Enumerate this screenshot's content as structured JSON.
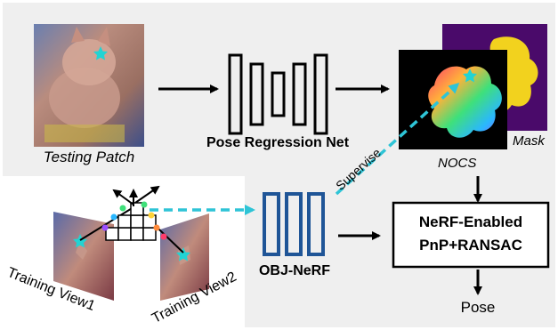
{
  "top_left_image": {
    "caption": "Testing Patch"
  },
  "pose_net": {
    "label": "Pose Regression Net"
  },
  "nocs": {
    "caption": "NOCS"
  },
  "mask": {
    "caption": "Mask"
  },
  "supervise_label": "Supervise",
  "training": {
    "view1": "Training View1",
    "view2": "Training View2"
  },
  "obj_nerf": {
    "label": "OBJ-NeRF"
  },
  "pnp_box": {
    "line1": "NeRF-Enabled",
    "line2": "PnP+RANSAC"
  },
  "output": {
    "label": "Pose"
  },
  "colors": {
    "background_panel": "#efefef",
    "nerf_blue": "#1f5597",
    "dashed_cyan": "#2ec4d6",
    "star": "#22d3d3",
    "mask_purple": "#4a0a6a",
    "mask_yellow": "#f2d21e"
  }
}
